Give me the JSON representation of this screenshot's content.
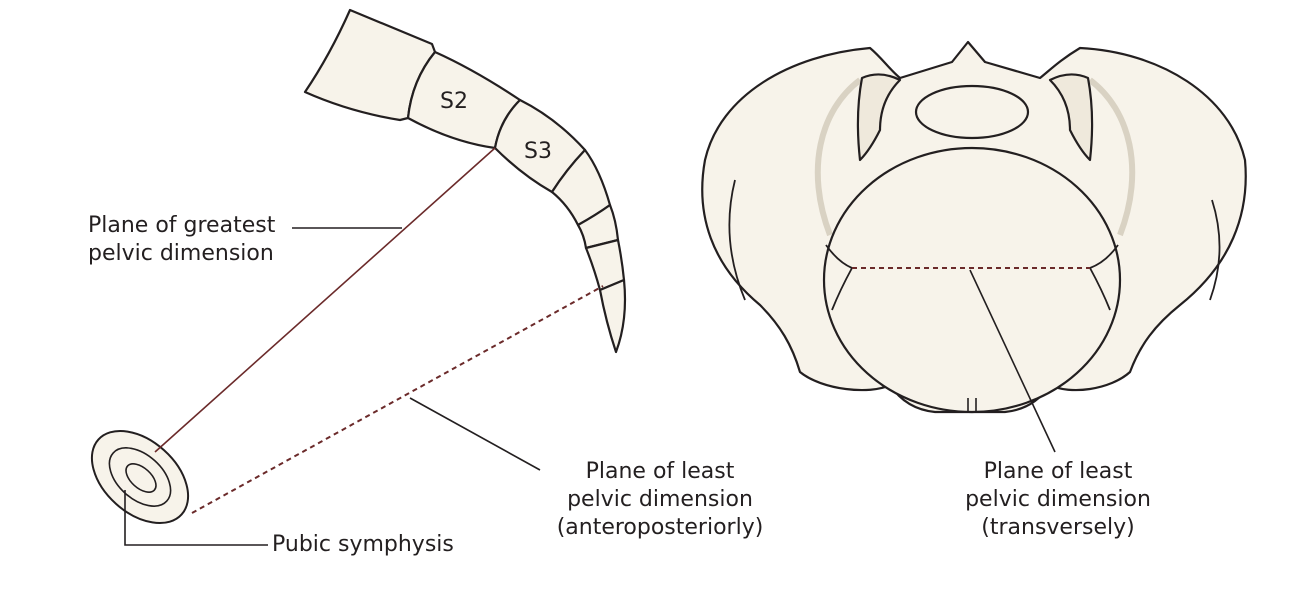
{
  "segments": {
    "s2": "S2",
    "s3": "S3"
  },
  "labels": {
    "greatest": {
      "line1": "Plane of greatest",
      "line2": "pelvic dimension"
    },
    "least_ap": {
      "line1": "Plane of least",
      "line2": "pelvic dimension",
      "line3": "(anteroposteriorly)"
    },
    "pubic": "Pubic symphysis",
    "least_tr": {
      "line1": "Plane of least",
      "line2": "pelvic dimension",
      "line3": "(transversely)"
    }
  },
  "colors": {
    "bone_fill": "#f7f3ea",
    "outline": "#231f20",
    "plane_line": "#6b2a2a"
  }
}
